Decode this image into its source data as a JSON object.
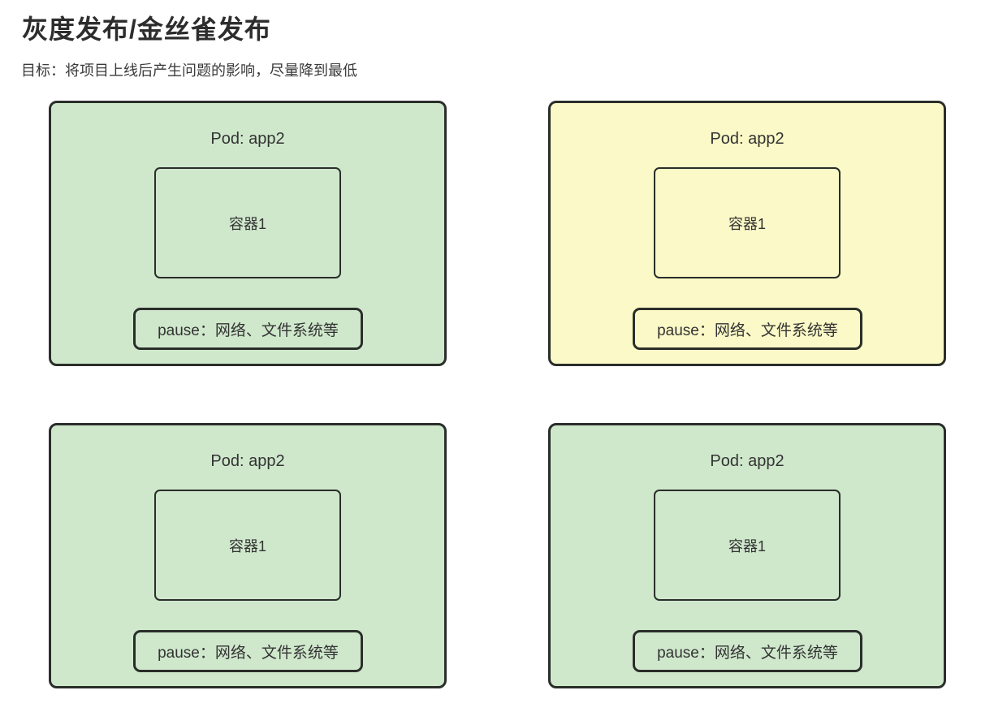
{
  "header": {
    "title": "灰度发布/金丝雀发布",
    "subtitle": "目标：将项目上线后产生问题的影响，尽量降到最低"
  },
  "colors": {
    "page_background": "#ffffff",
    "pod_green_fill": "#cfe8cc",
    "pod_yellow_fill": "#fbf9c7",
    "border": "#2a2e2a",
    "text": "#333333"
  },
  "pods": [
    {
      "id": "pod-top-left",
      "variant": "green",
      "fill_style": "--fill:#cfe8cc",
      "title": "Pod: app2",
      "container_label": "容器1",
      "pause_label": "pause：网络、文件系统等"
    },
    {
      "id": "pod-top-right",
      "variant": "yellow",
      "fill_style": "--fill:#fbf9c7",
      "title": "Pod: app2",
      "container_label": "容器1",
      "pause_label": "pause：网络、文件系统等"
    },
    {
      "id": "pod-bottom-left",
      "variant": "green",
      "fill_style": "--fill:#cfe8cc",
      "title": "Pod: app2",
      "container_label": "容器1",
      "pause_label": "pause：网络、文件系统等"
    },
    {
      "id": "pod-bottom-right",
      "variant": "green",
      "fill_style": "--fill:#cfe8cc",
      "title": "Pod: app2",
      "container_label": "容器1",
      "pause_label": "pause：网络、文件系统等"
    }
  ]
}
